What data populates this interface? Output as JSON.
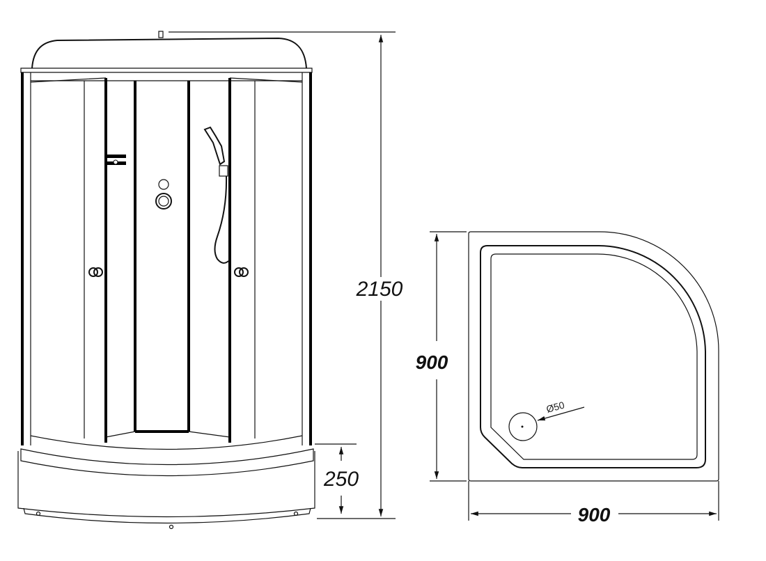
{
  "front_view": {
    "height_label": "2150",
    "tray_height_label": "250"
  },
  "tray_view": {
    "depth_label": "900",
    "width_label": "900",
    "drain_label": "Ø50"
  },
  "colors": {
    "line": "#111111",
    "background": "#ffffff"
  }
}
